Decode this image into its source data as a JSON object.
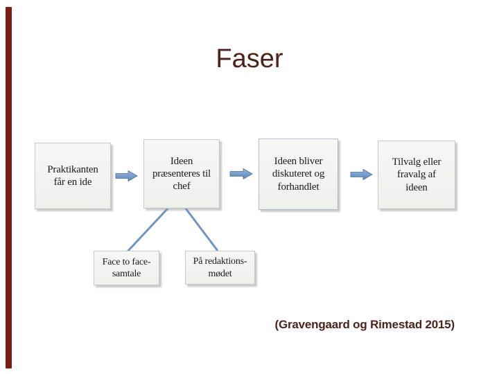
{
  "slide": {
    "title": "Faser",
    "citation": "(Gravengaard og Rimestad 2015)",
    "colors": {
      "accent_bar": "#7b1d14",
      "title_text": "#4d221c",
      "citation_text": "#4d221c",
      "box_text": "#1c1c1c",
      "box_fill": "#f4f4f2",
      "box_border": "#c8cbcd",
      "arrow_fill": "#6a93c8",
      "connector_line": "#6f96c3"
    }
  },
  "diagram": {
    "type": "flowchart",
    "nodes": [
      {
        "id": "node-praktikanten",
        "lines": [
          "Praktikanten",
          "får en ide"
        ]
      },
      {
        "id": "node-praesenteres",
        "lines": [
          "Ideen",
          "præsenteres til",
          "chef"
        ]
      },
      {
        "id": "node-diskuteret",
        "lines": [
          "Ideen bliver",
          "diskuteret og",
          "forhandlet"
        ]
      },
      {
        "id": "node-tilvalg",
        "lines": [
          "Tilvalg eller",
          "fravalg af",
          "ideen"
        ]
      },
      {
        "id": "node-facetoface",
        "lines": [
          "Face to face-",
          "samtale"
        ]
      },
      {
        "id": "node-redaktionsmoede",
        "lines": [
          "På redaktions-",
          "mødet"
        ]
      }
    ],
    "edges": [
      {
        "from": "node-praktikanten",
        "to": "node-praesenteres",
        "type": "block-arrow"
      },
      {
        "from": "node-praesenteres",
        "to": "node-diskuteret",
        "type": "block-arrow"
      },
      {
        "from": "node-diskuteret",
        "to": "node-tilvalg",
        "type": "block-arrow"
      },
      {
        "from": "node-praesenteres",
        "to": "node-facetoface",
        "type": "line"
      },
      {
        "from": "node-praesenteres",
        "to": "node-redaktionsmoede",
        "type": "line"
      }
    ]
  }
}
